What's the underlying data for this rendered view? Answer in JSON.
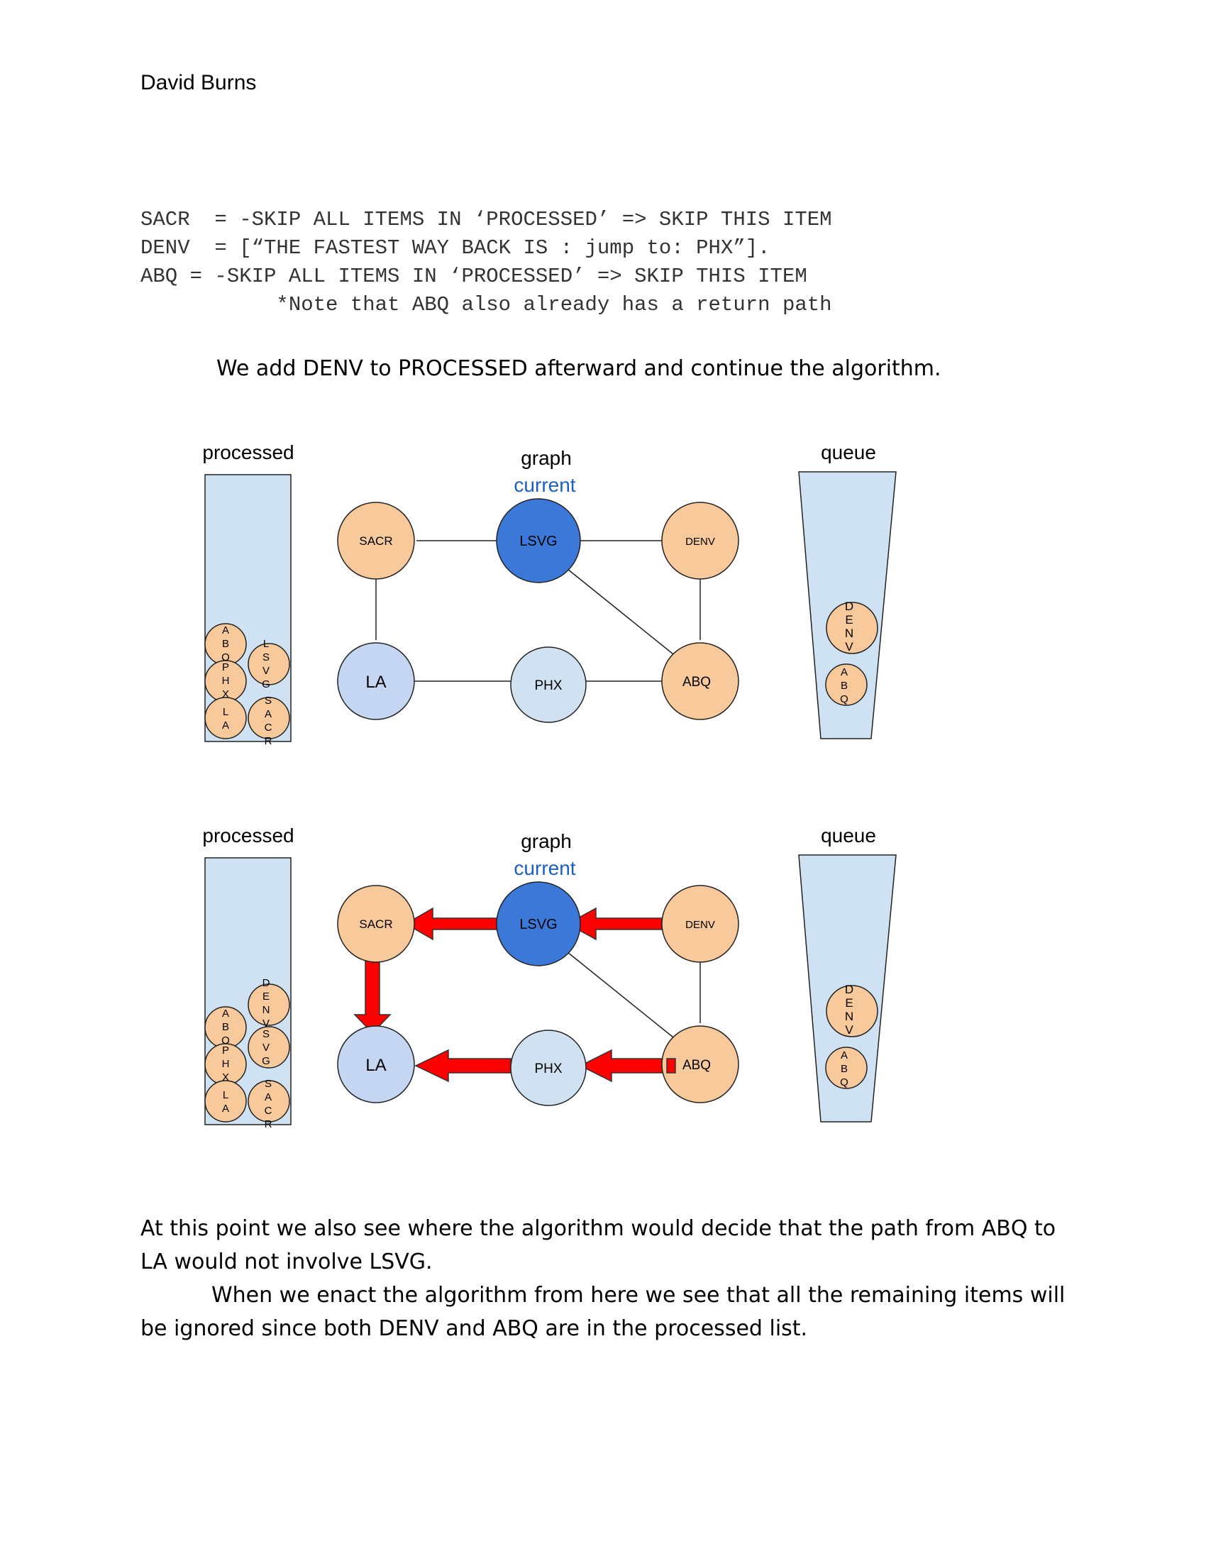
{
  "author": "David Burns",
  "code_lines": [
    "SACR  = -SKIP ALL ITEMS IN ‘PROCESSED’ => SKIP THIS ITEM",
    "DENV  = [“THE FASTEST WAY BACK IS : jump to: PHX”].",
    "ABQ = -SKIP ALL ITEMS IN ‘PROCESSED’ => SKIP THIS ITEM",
    "           *Note that ABQ also already has a return path"
  ],
  "para1": "We add DENV to PROCESSED afterward and continue the algorithm.",
  "para2_line1": "At this point we also see where the algorithm would decide that the path from ABQ to LA would not involve LSVG.",
  "para2_line2": "When we enact the algorithm from here we see that all the remaining items will be ignored since both DENV and ABQ are in the processed list.",
  "colors": {
    "orange_node": "#f8c99b",
    "light_blue_node": "#c5d6f3",
    "pale_blue_node": "#d0e2f1",
    "current_node": "#3b78d8",
    "container": "#cfe2f3",
    "current_label": "#1c5fc4",
    "arrow": "#ff0000"
  },
  "figures": [
    {
      "processed_label": "processed",
      "graph_label": "graph",
      "current_label": "current",
      "queue_label": "queue",
      "nodes": {
        "sacr": "SACR",
        "lsvg": "LSVG",
        "denv": "DENV",
        "la": "LA",
        "phx": "PHX",
        "abq": "ABQ"
      },
      "processed_left": [
        "ABQ",
        "PHX",
        "LA"
      ],
      "processed_right": [
        "LSVG",
        "SACR"
      ],
      "queue_items": [
        "DENV",
        "ABQ"
      ]
    },
    {
      "processed_label": "processed",
      "graph_label": "graph",
      "current_label": "current",
      "queue_label": "queue",
      "nodes": {
        "sacr": "SACR",
        "lsvg": "LSVG",
        "denv": "DENV",
        "la": "LA",
        "phx": "PHX",
        "abq": "ABQ"
      },
      "processed_left": [
        "ABQ",
        "PHX",
        "LA"
      ],
      "processed_right": [
        "DENV",
        "LSVG",
        "SACR"
      ],
      "queue_items": [
        "DENV",
        "ABQ"
      ]
    }
  ]
}
